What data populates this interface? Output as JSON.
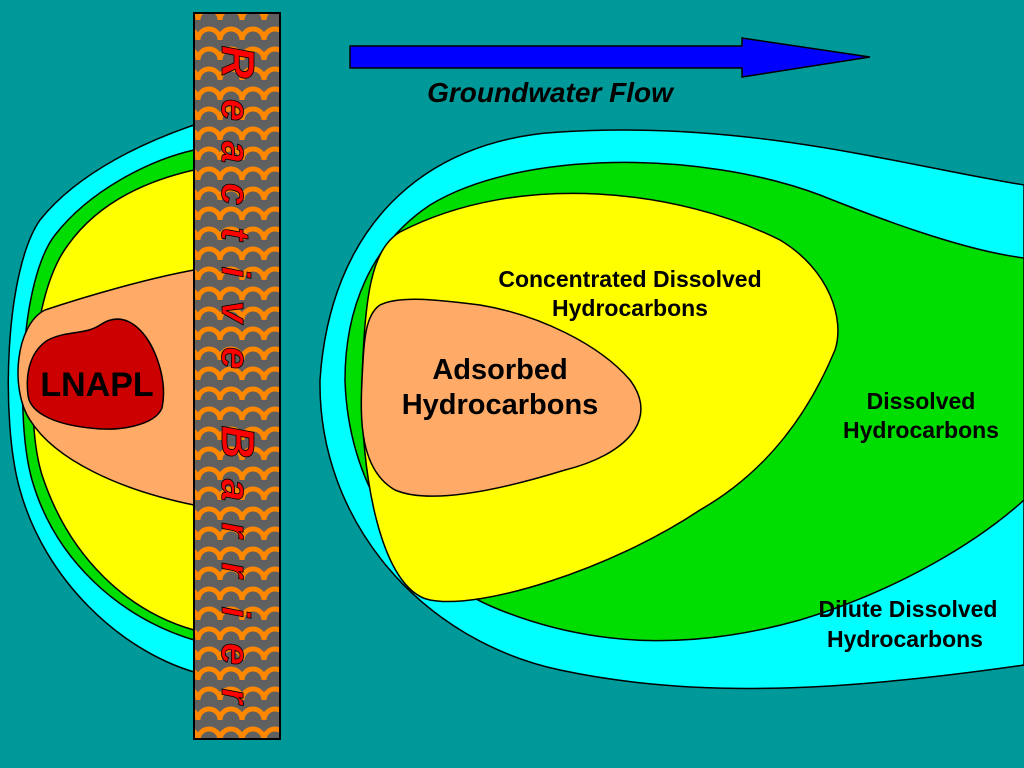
{
  "colors": {
    "background": "#009999",
    "dilute": "#00FFFF",
    "dissolved": "#00DD00",
    "concentrated": "#FFFF00",
    "adsorbed": "#FFAA66",
    "lnapl": "#CC0000",
    "barrier_fill": "#606060",
    "barrier_pattern": "#FF8800",
    "arrow": "#0000FF",
    "barrier_text": "#FF0000"
  },
  "flow": {
    "label": "Groundwater Flow"
  },
  "barrier": {
    "letters": [
      "R",
      "e",
      "a",
      "c",
      "t",
      "i",
      "v",
      "e",
      "B",
      "a",
      "r",
      "r",
      "i",
      "e",
      "r"
    ]
  },
  "zones": {
    "lnapl": "LNAPL",
    "adsorbed": [
      "Adsorbed",
      "Hydrocarbons"
    ],
    "concentrated": [
      "Concentrated Dissolved",
      "Hydrocarbons"
    ],
    "dissolved": [
      "Dissolved",
      "Hydrocarbons"
    ],
    "dilute": [
      "Dilute Dissolved",
      "Hydrocarbons"
    ]
  }
}
